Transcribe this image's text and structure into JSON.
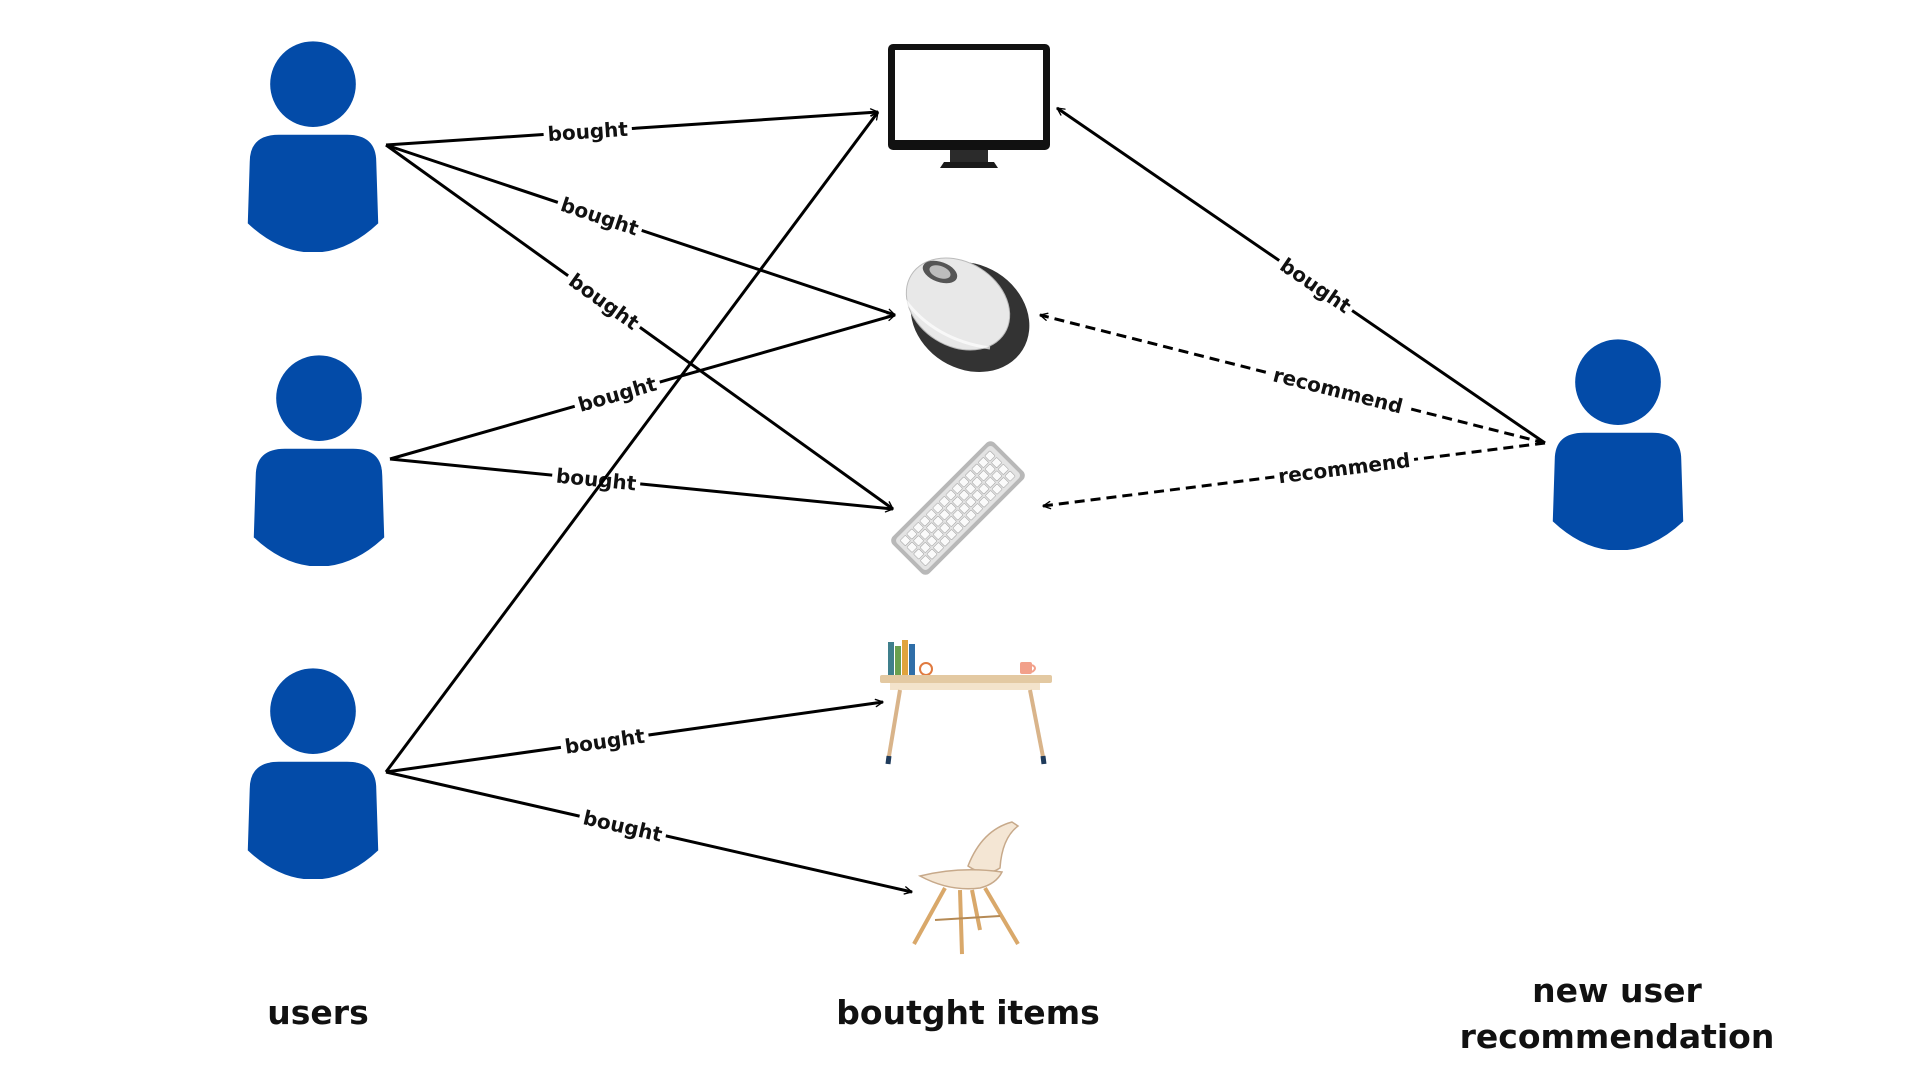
{
  "colors": {
    "user": "#034ba8",
    "edge": "#000000",
    "background": "#ffffff"
  },
  "captions": {
    "users": "users",
    "items": "boutght items",
    "new_user_line1": "new user",
    "new_user_line2": "recommendation"
  },
  "users": [
    {
      "id": "user-1",
      "icon": "person-icon"
    },
    {
      "id": "user-2",
      "icon": "person-icon"
    },
    {
      "id": "user-3",
      "icon": "person-icon"
    },
    {
      "id": "new-user",
      "icon": "person-icon"
    }
  ],
  "items": [
    {
      "id": "monitor",
      "icon": "monitor-icon"
    },
    {
      "id": "mouse",
      "icon": "mouse-icon"
    },
    {
      "id": "keyboard",
      "icon": "keyboard-icon"
    },
    {
      "id": "desk",
      "icon": "desk-icon"
    },
    {
      "id": "chair",
      "icon": "chair-icon"
    }
  ],
  "edges": [
    {
      "from": "user-1",
      "to": "monitor",
      "label": "bought",
      "style": "solid"
    },
    {
      "from": "user-1",
      "to": "mouse",
      "label": "bought",
      "style": "solid"
    },
    {
      "from": "user-1",
      "to": "keyboard",
      "label": "bought",
      "style": "solid"
    },
    {
      "from": "user-2",
      "to": "mouse",
      "label": "bought",
      "style": "solid"
    },
    {
      "from": "user-2",
      "to": "keyboard",
      "label": "bought",
      "style": "solid"
    },
    {
      "from": "user-3",
      "to": "monitor",
      "label": "",
      "style": "solid"
    },
    {
      "from": "user-3",
      "to": "desk",
      "label": "bought",
      "style": "solid"
    },
    {
      "from": "user-3",
      "to": "chair",
      "label": "bought",
      "style": "solid"
    },
    {
      "from": "new-user",
      "to": "monitor",
      "label": "bought",
      "style": "solid"
    },
    {
      "from": "new-user",
      "to": "mouse",
      "label": "recommend",
      "style": "dashed"
    },
    {
      "from": "new-user",
      "to": "keyboard",
      "label": "recommend",
      "style": "dashed"
    }
  ]
}
